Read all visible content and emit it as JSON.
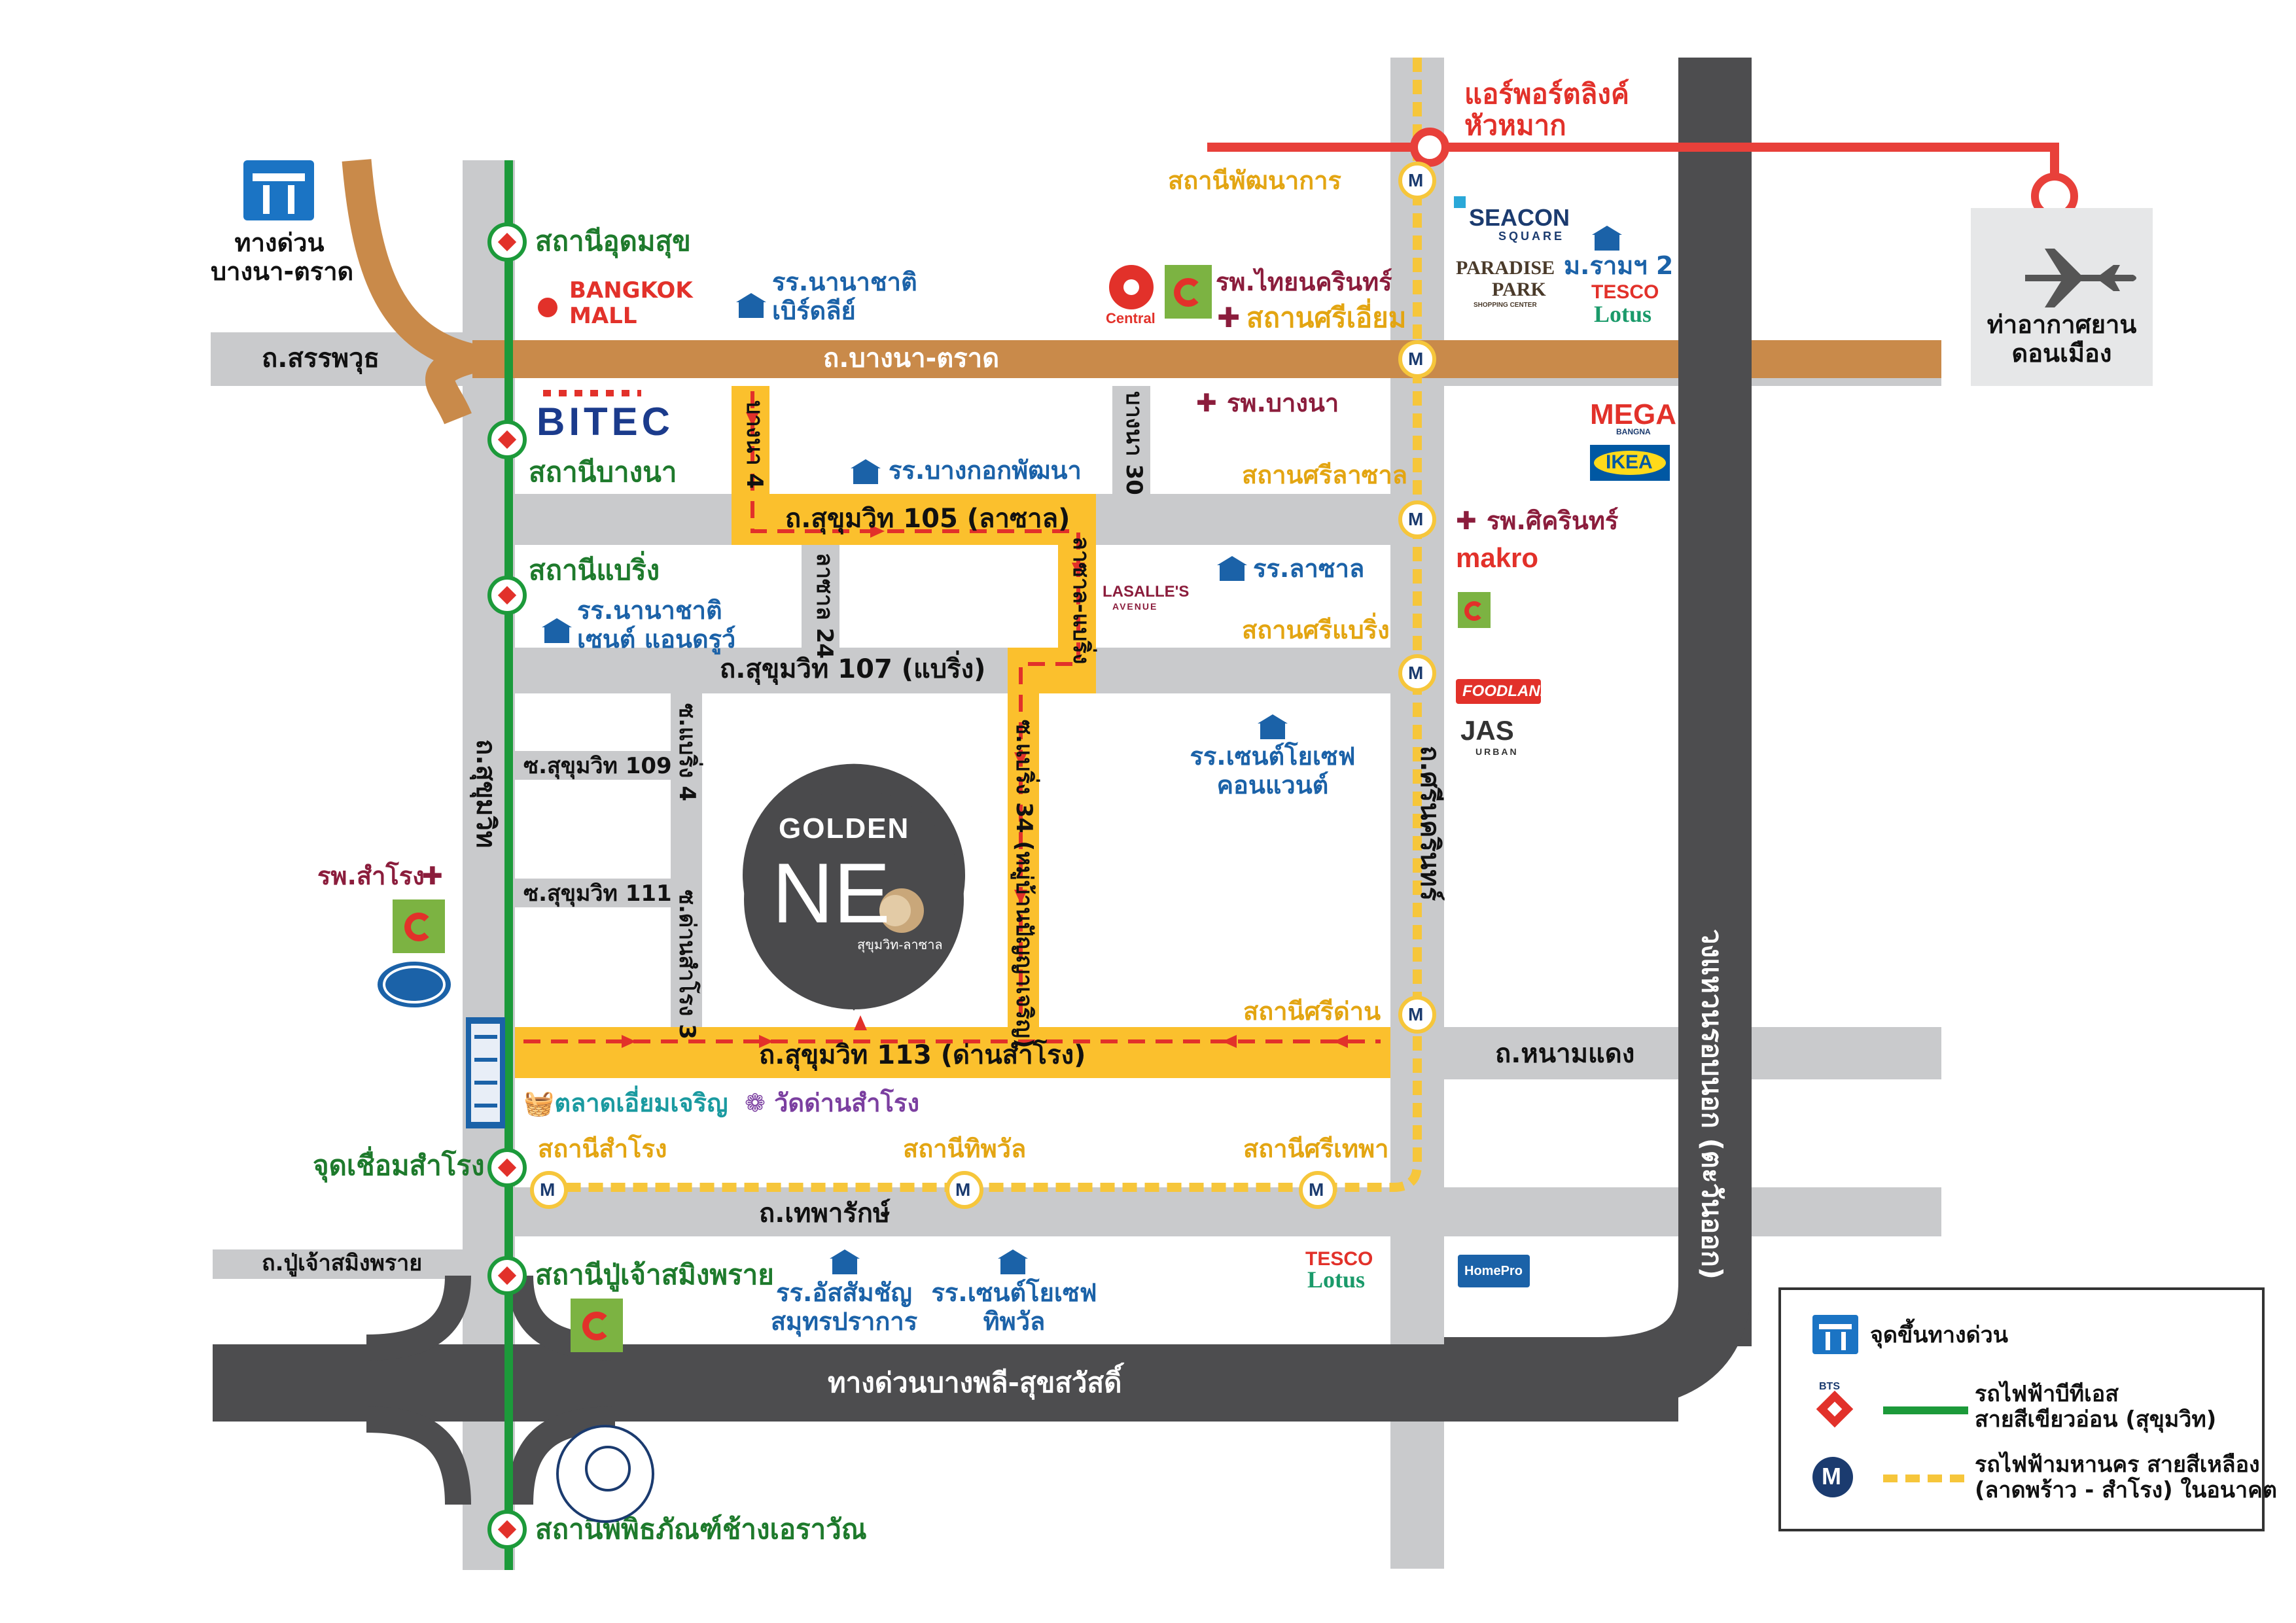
{
  "roads": {
    "sanphawut": "ถ.สรรพวุธ",
    "bangna_trad": "ถ.บางนา-ตราด",
    "sukhumvit105": "ถ.สุขุมวิท 105 (ลาซาล)",
    "sukhumvit107": "ถ.สุขุมวิท 107 (แบริ่ง)",
    "soi109": "ซ.สุขุมวิท 109",
    "soi111": "ซ.สุขุมวิท 111",
    "sukhumvit113": "ถ.สุขุมวิท 113 (ด่านสำโรง)",
    "thepharak": "ถ.เทพารักษ์",
    "pu_chao": "ถ.ปู่เจ้าสมิงพราย",
    "expressway_bangphli": "ทางด่วนบางพลี-สุขสวัสดิ์",
    "nong_mon": "ถ.หนามแดง",
    "sukhumvit_vertical": "ถ.สุขุมวิท",
    "srinakarin": "ถ.ศรีนครินทร์",
    "outer_ring": "วงแหวนรอบนอก (ตะวันออก)",
    "bangna4": "บางนา 4",
    "bangna30": "บางนา 30",
    "lasalle24": "ลาซาล 24",
    "lasalle_bearing": "ลาซาล-แบริ่ง",
    "bearing34": "ซ.แบริ่ง 34 (หมู่บ้านปัญญาเจริญ)",
    "bearing4": "ซ.แบริ่ง 4",
    "dan_samrong3": "ซ.ด่านสำโรง 3"
  },
  "expressway": {
    "label_line1": "ทางด่วน",
    "label_line2": "บางนา-ตราด"
  },
  "airport_link": {
    "label_line1": "แอร์พอร์ตลิงค์",
    "label_line2": "หัวหมาก"
  },
  "airport": {
    "label_line1": "ท่าอากาศยาน",
    "label_line2": "ดอนเมือง"
  },
  "bts_stations": {
    "udom_suk": "สถานีอุดมสุข",
    "bang_na": "สถานีบางนา",
    "bearing": "สถานีแบริ่ง",
    "samrong_junction": "จุดเชื่อมสำโรง",
    "pu_chao": "สถานีปู่เจ้าสมิงพราย",
    "erawan": "สถานีพิพิธภัณฑ์ช้างเอราวัณ"
  },
  "mrt_stations": {
    "phatthanakan": "สถานีพัฒนาการ",
    "si_iam": "สถานศรีเอี่ยม",
    "si_lasan": "สถานศรีลาซาล",
    "si_bearing": "สถานศรีแบริ่ง",
    "si_dan": "สถานีศรีด่าน",
    "samrong": "สถานีสำโรง",
    "thip_phawan": "สถานีทิพวัล",
    "si_thepha": "สถานีศรีเทพา"
  },
  "places": {
    "bangkok_mall_1": "BANGKOK",
    "bangkok_mall_2": "MALL",
    "school_birtley_1": "รร.นานาชาติ",
    "school_birtley_2": "เบิร์ดลีย์",
    "thainakarin": "รพ.ไทยนครินทร์",
    "bangkok_phatthana": "รร.บางกอกพัฒนา",
    "bangna_hospital": "รพ.บางนา",
    "ram2": "ม.รามฯ 2",
    "sikarin": "รพ.ศิครินทร์",
    "lasan_school": "รร.ลาซาล",
    "st_andrews_1": "รร.นานาชาติ",
    "st_andrews_2": "เซนต์ แอนดรูว์",
    "st_joseph_1": "รร.เซนต์โยเซฟ",
    "st_joseph_2": "คอนแวนต์",
    "samrong_hospital": "รพ.สำโรง",
    "iam_charoen_market": "ตลาดเอี่ยมเจริญ",
    "wat_dan_samrong": "วัดด่านสำโรง",
    "assumption_1": "รร.อัสสัมชัญ",
    "assumption_2": "สมุทรปราการ",
    "st_joseph_thip_1": "รร.เซนต์โยเซฟ",
    "st_joseph_thip_2": "ทิพวัล"
  },
  "logos": {
    "bitec": "BITEC",
    "central": "Central",
    "seacon_1": "SEACON",
    "seacon_2": "SQUARE",
    "paradise_1": "PARADISE",
    "paradise_2": "PARK",
    "paradise_3": "SHOPPING CENTER",
    "tesco": "TESCO",
    "lotus": "Lotus",
    "mega": "MEGA",
    "mega_sub": "BANGNA",
    "ikea": "IKEA",
    "makro": "makro",
    "foodland": "FOODLAND",
    "jas_1": "JAS",
    "jas_2": "URBAN",
    "lasalles_1": "LASALLE'S",
    "lasalles_2": "AVENUE",
    "homepro": "HomePro",
    "bigc": "Big C",
    "golden": "GOLDEN",
    "neo": "NE",
    "neo_sub": "สุขุมวิท-ลาซาล",
    "mrt_letter": "M",
    "bts_letter": "BTS"
  },
  "legend": {
    "expressway": "จุดขึ้นทางด่วน",
    "bts_line1": "รถไฟฟ้าบีทีเอส",
    "bts_line2": "สายสีเขียวอ่อน (สุขุมวิท)",
    "mrt_line1": "รถไฟฟ้ามหานคร สายสีเหลือง",
    "mrt_line2": "(ลาดพร้าว - สำโรง) ในอนาคต"
  },
  "colors": {
    "road": "#c9cacc",
    "dark_road": "#4d4d4f",
    "bangna_trad": "#c98a4a",
    "bts": "#1c9a3a",
    "mrt_yellow": "#f6c63b",
    "highlight": "#fbc02d",
    "red_route": "#e2312a",
    "airport_link": "#e8403a"
  }
}
